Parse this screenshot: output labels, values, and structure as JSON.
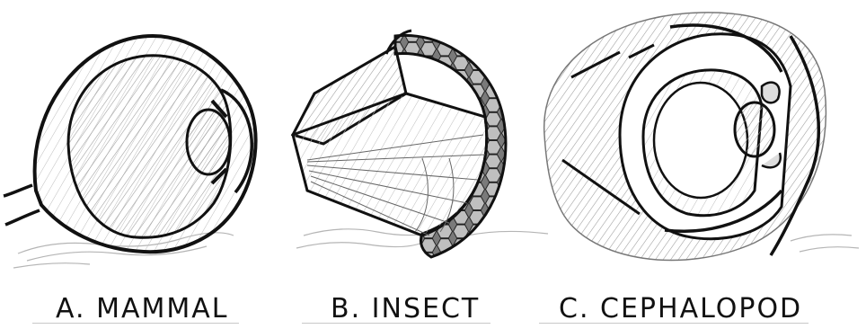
{
  "labels": {
    "mammal": "A. MAMMAL",
    "insect": "B. INSECT",
    "cephalopod": "C. CEPHALOPOD"
  },
  "colors": {
    "ink": "#111111",
    "hatch": "#8a8a8a",
    "paper": "#ffffff"
  }
}
